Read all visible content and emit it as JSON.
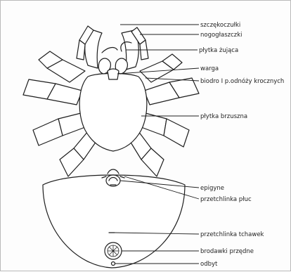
{
  "diagram": {
    "labels": {
      "chelicerae": "szczękoczułki",
      "pedipalps": "nogogłaszczki",
      "chewing_plate": "płytka żująca",
      "lip": "warga",
      "coxae": "biodro I p.odnóży krocznych",
      "sternum": "płytka brzuszna",
      "epigyne": "epigyne",
      "lung_slit": "przetchlinka płuc",
      "tracheal_slit": "przetchlinka tchawek",
      "spinnerets": "brodawki przędne",
      "anus": "odbyt"
    },
    "colors": {
      "ink": "#1e1e1e",
      "paper": "#ffffff",
      "frame": "#b9b9b9"
    }
  }
}
